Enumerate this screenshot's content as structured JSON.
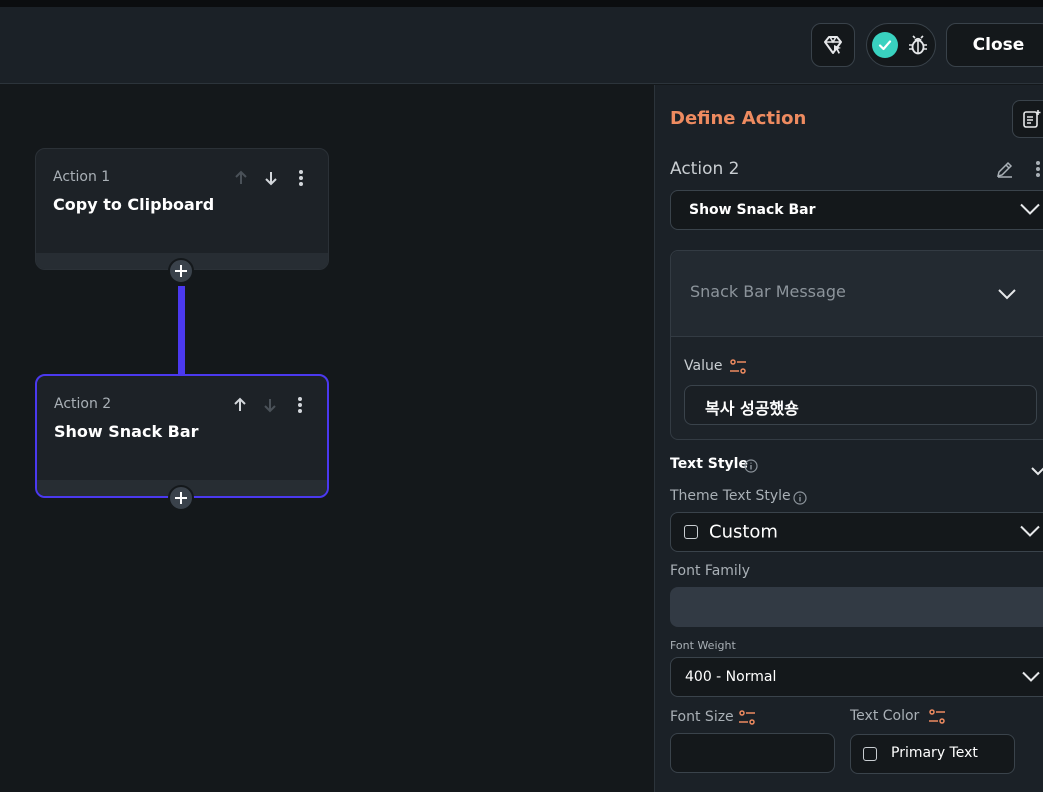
{
  "header": {
    "close_label": "Close"
  },
  "canvas": {
    "actions": [
      {
        "label": "Action 1",
        "title": "Copy to Clipboard"
      },
      {
        "label": "Action 2",
        "title": "Show Snack Bar"
      }
    ]
  },
  "panel": {
    "title": "Define Action",
    "action_label": "Action 2",
    "action_type": "Show Snack Bar",
    "snack_section_title": "Snack Bar Message",
    "value_label": "Value",
    "value_text": "복사 성공했숑",
    "text_style_label": "Text Style",
    "theme_text_style_label": "Theme Text Style",
    "theme_text_style_value": "Custom",
    "font_family_label": "Font Family",
    "font_weight_label": "Font Weight",
    "font_weight_value": "400 - Normal",
    "font_size_label": "Font Size",
    "text_color_label": "Text Color",
    "text_color_value": "Primary Text"
  },
  "colors": {
    "accent": "#4b39ef",
    "orange": "#ee8b60",
    "success": "#39d2c0"
  }
}
